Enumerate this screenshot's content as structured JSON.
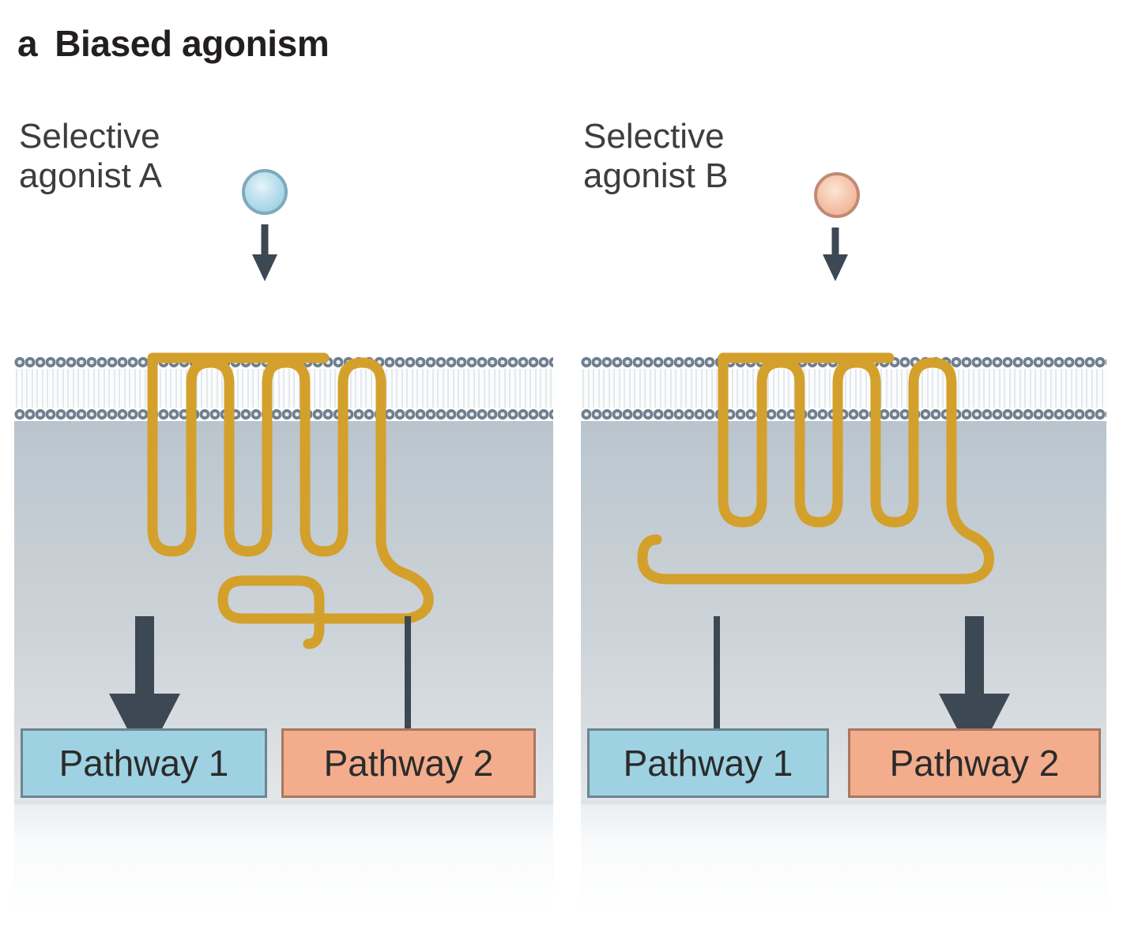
{
  "figure": {
    "panel_letter": "a",
    "title": "Biased agonism",
    "concept": "Two selective agonists stabilize different receptor conformations at the same 7-transmembrane GPCR, producing opposite signalling bias across two downstream pathways."
  },
  "colors": {
    "receptor_gold": "#d4a02c",
    "agonist_a_fill": "#a8d8e8",
    "agonist_a_stroke": "#7fa9bd",
    "agonist_b_fill": "#f2b193",
    "agonist_b_stroke": "#c08a77",
    "pathway1_fill": "#9ed2e2",
    "pathway1_border": "#6d8590",
    "pathway2_fill": "#f3ad8c",
    "pathway2_border": "#a8775f",
    "arrow_dark": "#3c4853",
    "membrane_head": "#70808f",
    "cytoplasm_top": "#b9c4cc",
    "cytoplasm_bottom": "#e4e7ea",
    "text_dark": "#231f20",
    "text_gray": "#3d3d3d"
  },
  "panels": [
    {
      "id": "left",
      "agonist": {
        "label_line1": "Selective",
        "label_line2": "agonist A",
        "icon": "agonist-sphere-blue",
        "color_name": "blue"
      },
      "receptor": {
        "icon": "seven-transmembrane-receptor",
        "transmembrane_helices": 7,
        "conformation": "conformation-A",
        "c_terminal_direction": "right-with-downward-hook"
      },
      "membrane": {
        "icon": "lipid-bilayer",
        "leaflets": 2
      },
      "binding_arrow": {
        "icon": "down-arrow",
        "weight": "medium"
      },
      "signals": [
        {
          "pathway": "Pathway 1",
          "arrow_icon": "thick-down-arrow",
          "strength": "strong",
          "weight": "thick"
        },
        {
          "pathway": "Pathway 2",
          "arrow_icon": "thin-down-arrow",
          "strength": "weak",
          "weight": "thin"
        }
      ],
      "pathways": [
        {
          "label": "Pathway 1",
          "style": "pathway-1"
        },
        {
          "label": "Pathway 2",
          "style": "pathway-2"
        }
      ]
    },
    {
      "id": "right",
      "agonist": {
        "label_line1": "Selective",
        "label_line2": "agonist B",
        "icon": "agonist-sphere-salmon",
        "color_name": "salmon"
      },
      "receptor": {
        "icon": "seven-transmembrane-receptor",
        "transmembrane_helices": 7,
        "conformation": "conformation-B",
        "c_terminal_direction": "left-sweeping-loop"
      },
      "membrane": {
        "icon": "lipid-bilayer",
        "leaflets": 2
      },
      "binding_arrow": {
        "icon": "down-arrow",
        "weight": "medium"
      },
      "signals": [
        {
          "pathway": "Pathway 1",
          "arrow_icon": "thin-down-arrow",
          "strength": "weak",
          "weight": "thin"
        },
        {
          "pathway": "Pathway 2",
          "arrow_icon": "thick-down-arrow",
          "strength": "strong",
          "weight": "thick"
        }
      ],
      "pathways": [
        {
          "label": "Pathway 1",
          "style": "pathway-1"
        },
        {
          "label": "Pathway 2",
          "style": "pathway-2"
        }
      ]
    }
  ]
}
